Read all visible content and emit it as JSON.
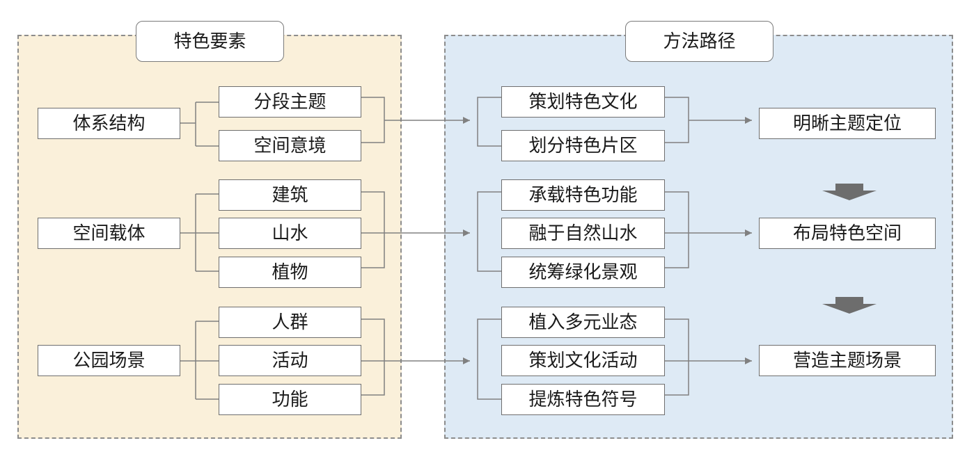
{
  "left": {
    "title": "特色要素",
    "groups": [
      {
        "label": "体系结构",
        "items": [
          "分段主题",
          "空间意境"
        ]
      },
      {
        "label": "空间载体",
        "items": [
          "建筑",
          "山水",
          "植物"
        ]
      },
      {
        "label": "公园场景",
        "items": [
          "人群",
          "活动",
          "功能"
        ]
      }
    ]
  },
  "right": {
    "title": "方法路径",
    "groups": [
      {
        "items": [
          "策划特色文化",
          "划分特色片区"
        ],
        "result": "明晰主题定位"
      },
      {
        "items": [
          "承载特色功能",
          "融于自然山水",
          "统筹绿化景观"
        ],
        "result": "布局特色空间"
      },
      {
        "items": [
          "植入多元业态",
          "策划文化活动",
          "提炼特色符号"
        ],
        "result": "营造主题场景"
      }
    ]
  },
  "colors": {
    "left_panel": "#faf0da",
    "right_panel": "#deeaf5",
    "line": "#808080",
    "arrow_block": "#6d6d6d"
  }
}
